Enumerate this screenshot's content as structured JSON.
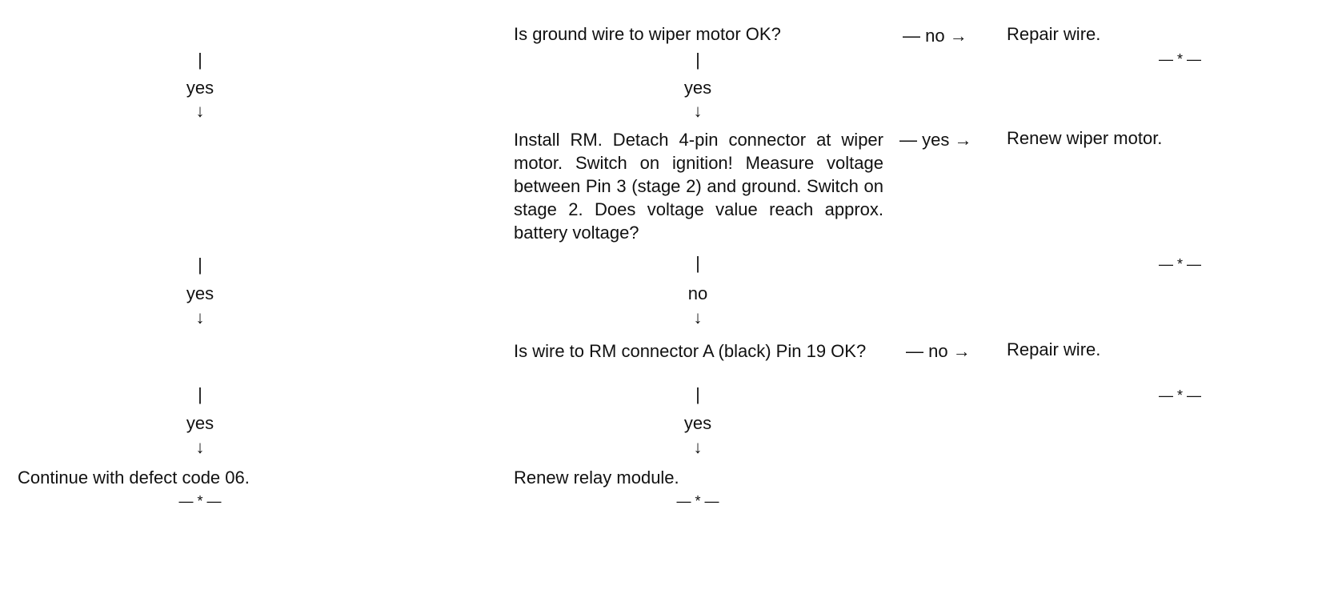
{
  "left_column": {
    "steps": [
      {
        "bar": "|",
        "label": "yes",
        "arrow": "↓"
      },
      {
        "bar": "|",
        "label": "yes",
        "arrow": "↓"
      },
      {
        "bar": "|",
        "label": "yes",
        "arrow": "↓"
      }
    ],
    "final_text": "Continue with defect code 06.",
    "end_mark": "— * —"
  },
  "middle_column": {
    "q1": "Is ground wire to wiper motor OK?",
    "link1": {
      "bar": "|",
      "label": "yes",
      "arrow": "↓"
    },
    "q2": "Install RM. Detach 4-pin connector at wiper motor. Switch on ignition! Measure voltage between Pin 3 (stage 2) and ground. Switch on stage 2. Does voltage value reach approx. battery voltage?",
    "link2": {
      "bar": "|",
      "label": "no",
      "arrow": "↓"
    },
    "q3": "Is wire to RM connector A (black) Pin 19 OK?",
    "link3": {
      "bar": "|",
      "label": "yes",
      "arrow": "↓"
    },
    "final_text": "Renew relay module.",
    "end_mark": "— * —"
  },
  "branches": [
    {
      "arrow_text": "— no →",
      "action": "Repair wire.",
      "end_mark": "— * —"
    },
    {
      "arrow_text": "— yes →",
      "action": "Renew wiper motor.",
      "end_mark": "— * —"
    },
    {
      "arrow_text": "— no →",
      "action": "Repair wire.",
      "end_mark": "— * —"
    }
  ]
}
